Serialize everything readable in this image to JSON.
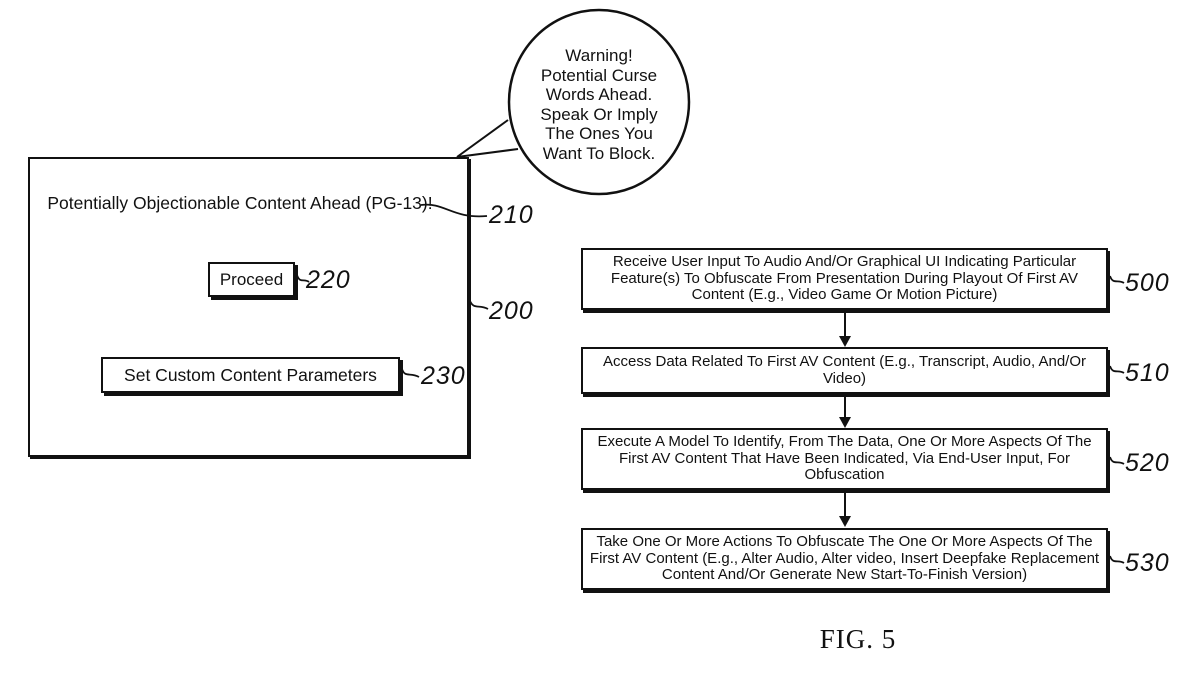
{
  "figure": {
    "caption": "FIG. 5",
    "colors": {
      "ink": "#111111",
      "background": "#ffffff"
    }
  },
  "speech_bubble": {
    "lines": [
      "Warning!",
      "Potential Curse",
      "Words Ahead.",
      "Speak Or Imply",
      "The Ones You",
      "Want To Block."
    ]
  },
  "ui_mockup": {
    "ref": "200",
    "warning_text": "Potentially Objectionable Content Ahead (PG-13)!",
    "warning_ref": "210",
    "proceed_button": {
      "label": "Proceed",
      "ref": "220"
    },
    "custom_button": {
      "label": "Set Custom Content Parameters",
      "ref": "230"
    }
  },
  "flowchart": {
    "steps": [
      {
        "ref": "500",
        "text": "Receive User Input To Audio And/Or Graphical UI Indicating Particular Feature(s) To Obfuscate From Presentation During Playout Of First AV Content (E.g., Video Game Or Motion Picture)"
      },
      {
        "ref": "510",
        "text": "Access Data Related To First AV Content (E.g., Transcript, Audio, And/Or Video)"
      },
      {
        "ref": "520",
        "text": "Execute A Model To Identify, From The Data, One Or More Aspects Of The First AV Content That Have Been Indicated, Via End-User Input, For Obfuscation"
      },
      {
        "ref": "530",
        "text": "Take One Or More Actions To Obfuscate The One Or More Aspects Of The First AV Content (E.g., Alter Audio, Alter video, Insert Deepfake Replacement Content And/Or Generate New Start-To-Finish Version)"
      }
    ]
  }
}
